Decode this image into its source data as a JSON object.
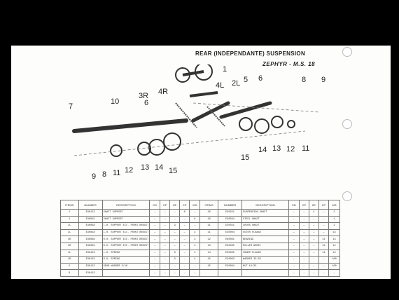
{
  "header": {
    "title": "REAR (INDEPENDANTE) SUSPENSION",
    "subtitle": "ZEPHYR - M.S. 18"
  },
  "diagram_labels": [
    "1",
    "2L",
    "3R",
    "4R",
    "4L",
    "5",
    "6",
    "7",
    "8",
    "9",
    "10",
    "11",
    "12",
    "13",
    "14",
    "15"
  ],
  "callouts": {
    "top": [
      "1",
      "2L",
      "3R",
      "4R",
      "4L",
      "5",
      "6",
      "7",
      "8",
      "9",
      "10",
      "11",
      "12",
      "13",
      "14",
      "15"
    ],
    "bottom": [
      "9",
      "8",
      "11",
      "12",
      "13",
      "14",
      "15",
      "15",
      "14",
      "13",
      "12",
      "11",
      "6",
      "7"
    ]
  },
  "table": {
    "columns": [
      "ITEMS",
      "NUMBER",
      "DESCRIPTION",
      "CD",
      "CP",
      "ZE",
      "CP",
      "MS"
    ],
    "left_rows": [
      [
        "1",
        "E30123",
        "SHAFT SUPPORT",
        "—",
        "—",
        "—",
        "6",
        "—"
      ],
      [
        "1",
        "E30015",
        "SHAFT SUPPORT",
        "—",
        "—",
        "—",
        "—",
        "6"
      ],
      [
        "2L",
        "E30038",
        "L.H. SUPPORT ECC. FRONT BROUIT",
        "—",
        "—",
        "3",
        "—",
        "—"
      ],
      [
        "2L",
        "E30018",
        "L.H. SUPPORT ECC. FRONT BROUIT",
        "—",
        "—",
        "—",
        "—",
        "3"
      ],
      [
        "3R",
        "E30038",
        "R.H. SUPPORT ECC. FRONT BROUIT",
        "—",
        "—",
        "—",
        "—",
        "3"
      ],
      [
        "3R",
        "E30039",
        "R.H. SUPPORT ECC. FRONT BROUIT",
        "—",
        "—",
        "—",
        "—",
        "4"
      ],
      [
        "4L",
        "E30123",
        "L.H. SPRING",
        "—",
        "—",
        "3",
        "—",
        "4"
      ],
      [
        "4R",
        "E30123",
        "R.H. SPRING",
        "—",
        "—",
        "3",
        "—",
        "4"
      ],
      [
        "5",
        "E30123",
        "GEAR WASHER 3/16",
        "—",
        "—",
        "—",
        "—",
        "—"
      ],
      [
        "6",
        "E30123",
        "",
        "—",
        "—",
        "—",
        "—",
        "—"
      ]
    ],
    "right_rows": [
      [
        "10",
        "E30021",
        "SUSPENSION SHAFT",
        "—",
        "—",
        "4",
        "—",
        "2"
      ],
      [
        "10",
        "E30034",
        "STEEL SHAFT",
        "—",
        "—",
        "—",
        "—",
        "1"
      ],
      [
        "11",
        "E30021",
        "CROSS SHAFT",
        "—",
        "—",
        "—",
        "—",
        "1"
      ],
      [
        "11",
        "E30004",
        "OUTER FLANGE",
        "—",
        "—",
        "—",
        "—",
        "14"
      ],
      [
        "12",
        "E60001",
        "BEARING",
        "—",
        "—",
        "—",
        "12",
        "14"
      ],
      [
        "13",
        "E30065",
        "ROLLER WHEEL",
        "—",
        "—",
        "—",
        "12",
        "14"
      ],
      [
        "14",
        "E30005",
        "INNER FLANGE",
        "—",
        "—",
        "—",
        "14",
        "14"
      ],
      [
        "15",
        "E20003",
        "WASHER 33/32",
        "—",
        "—",
        "—",
        "—",
        "100"
      ],
      [
        "15",
        "E20004",
        "NUT 10/32",
        "—",
        "—",
        "—",
        "—",
        "100"
      ],
      [
        "",
        "",
        "",
        "—",
        "—",
        "—",
        "—",
        "—"
      ]
    ]
  }
}
